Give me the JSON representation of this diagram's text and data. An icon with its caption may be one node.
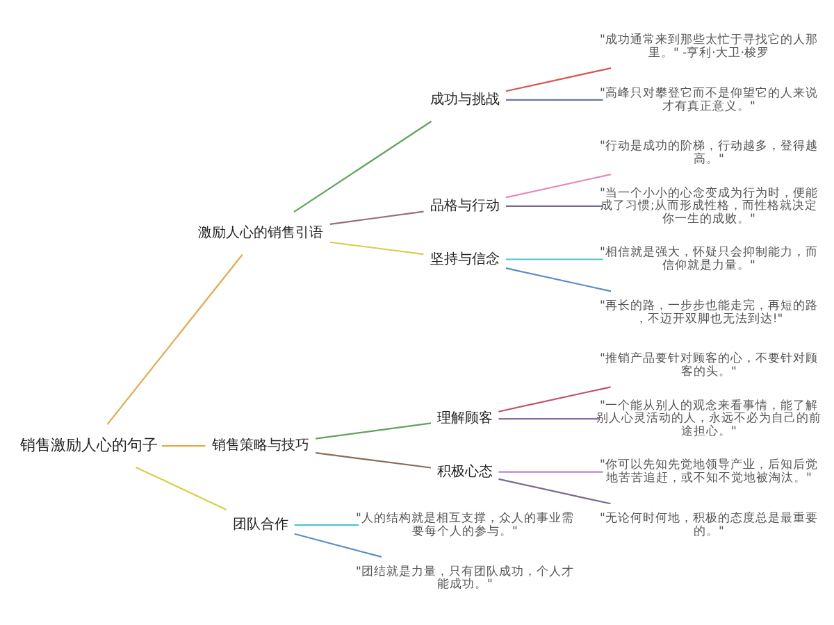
{
  "diagram": {
    "nodes": [
      {
        "text": [
          "销售激励人心的句子"
        ]
      },
      {
        "text": [
          "激励人心的销售引语"
        ]
      },
      {
        "text": [
          "成功与挑战"
        ]
      },
      {
        "text": [
          "\"成功通常来到那些太忙于寻找它的人那里。\" -亨利·大卫·梭罗"
        ]
      },
      {
        "text": [
          "\"高峰只对攀登它而不是仰望它的人来说才有真正意义。\""
        ]
      },
      {
        "text": [
          "品格与行动"
        ]
      },
      {
        "text": [
          "\"行动是成功的阶梯，行动越多，登得越高。\""
        ]
      },
      {
        "text": [
          "\"当一个小小的心念变成为行为时，便能成了习惯;从而形成性格，而性格就决定你一生的成败。\""
        ]
      },
      {
        "text": [
          "坚持与信念"
        ]
      },
      {
        "text": [
          "\"相信就是强大，怀疑只会抑制能力，而信仰就是力量。\""
        ]
      },
      {
        "text": [
          "\"再长的路，一步步也能走完，再短的路，不迈开双脚也无法到达!\""
        ]
      },
      {
        "text": [
          "销售策略与技巧"
        ]
      },
      {
        "text": [
          "理解顾客"
        ]
      },
      {
        "text": [
          "\"推销产品要针对顾客的心，不要针对顾客的头。\""
        ]
      },
      {
        "text": [
          "\"一个能从别人的观念来看事情，能了解别人心灵活动的人，永远不必为自己的前途担心。\""
        ]
      },
      {
        "text": [
          "积极心态"
        ]
      },
      {
        "text": [
          "\"你可以先知先觉地领导产业，后知后觉地苦苦追赶，或不知不觉地被淘汰。\""
        ]
      },
      {
        "text": [
          "\"无论何时何地，积极的态度总是最重要的。\""
        ]
      },
      {
        "text": [
          "团队合作"
        ]
      },
      {
        "text": [
          "\"人的结构就是相互支撑，众人的事业需要每个人的参与。\""
        ]
      },
      {
        "text": [
          "\"团结就是力量，只有团队成功，个人才能成功。\""
        ]
      }
    ],
    "edges": [
      {
        "from": 0,
        "to": 1,
        "arrow": "none",
        "color": "#e8a94a"
      },
      {
        "from": 1,
        "to": 2,
        "arrow": "none",
        "color": "#5fa35a"
      },
      {
        "from": 2,
        "to": 3,
        "arrow": "none",
        "color": "#d9534f"
      },
      {
        "from": 2,
        "to": 4,
        "arrow": "none",
        "color": "#6b7a99"
      },
      {
        "from": 1,
        "to": 5,
        "arrow": "none",
        "color": "#9b6b7a"
      },
      {
        "from": 5,
        "to": 6,
        "arrow": "none",
        "color": "#e08ac0"
      },
      {
        "from": 5,
        "to": 7,
        "arrow": "none",
        "color": "#7a6b8a"
      },
      {
        "from": 1,
        "to": 8,
        "arrow": "none",
        "color": "#d9cf4a"
      },
      {
        "from": 8,
        "to": 9,
        "arrow": "none",
        "color": "#4fc3d0"
      },
      {
        "from": 8,
        "to": 10,
        "arrow": "none",
        "color": "#5b8bc9"
      },
      {
        "from": 0,
        "to": 11,
        "arrow": "none",
        "color": "#e8a94a"
      },
      {
        "from": 11,
        "to": 12,
        "arrow": "none",
        "color": "#5fa35a"
      },
      {
        "from": 12,
        "to": 13,
        "arrow": "none",
        "color": "#c0506a"
      },
      {
        "from": 12,
        "to": 14,
        "arrow": "none",
        "color": "#8a6ba0"
      },
      {
        "from": 11,
        "to": 15,
        "arrow": "none",
        "color": "#8a6b5a"
      },
      {
        "from": 15,
        "to": 16,
        "arrow": "none",
        "color": "#c080d0"
      },
      {
        "from": 15,
        "to": 17,
        "arrow": "none",
        "color": "#7a6b8a"
      },
      {
        "from": 0,
        "to": 18,
        "arrow": "none",
        "color": "#d9cf4a"
      },
      {
        "from": 18,
        "to": 19,
        "arrow": "none",
        "color": "#4fc3d0"
      },
      {
        "from": 18,
        "to": 20,
        "arrow": "none",
        "color": "#5b8bc9"
      }
    ]
  }
}
